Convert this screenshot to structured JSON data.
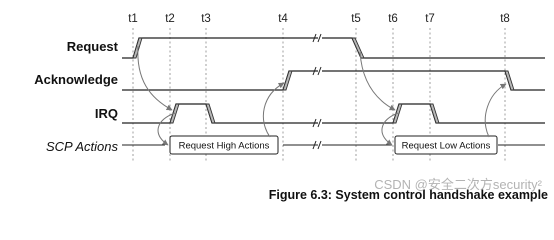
{
  "times": [
    "t1",
    "t2",
    "t3",
    "t4",
    "t5",
    "t6",
    "t7",
    "t8"
  ],
  "signals": {
    "request": "Request",
    "acknowledge": "Acknowledge",
    "irq": "IRQ",
    "scp_actions": "SCP Actions"
  },
  "actions": {
    "high": "Request High Actions",
    "low": "Request Low Actions"
  },
  "caption": "Figure 6.3: System control handshake example",
  "watermark": "CSDN @安全二次方security²"
}
